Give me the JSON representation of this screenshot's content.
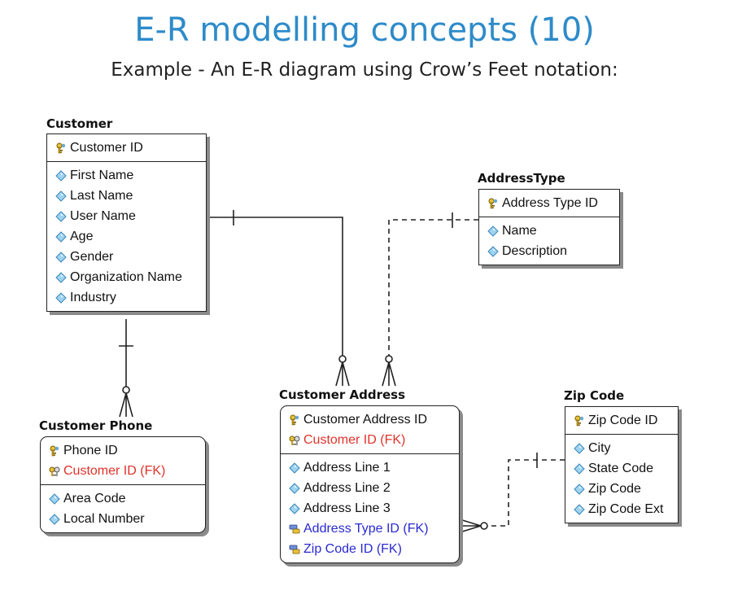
{
  "title": "E-R modelling concepts (10)",
  "subtitle": "Example - An E-R diagram using Crow’s Feet notation:",
  "entities": {
    "customer": {
      "name": "Customer",
      "keys": [
        {
          "label": "Customer ID",
          "icon": "primary-key-icon"
        }
      ],
      "attrs": [
        {
          "label": "First Name",
          "icon": "attribute-diamond-icon"
        },
        {
          "label": "Last Name",
          "icon": "attribute-diamond-icon"
        },
        {
          "label": "User Name",
          "icon": "attribute-diamond-icon"
        },
        {
          "label": "Age",
          "icon": "attribute-diamond-icon"
        },
        {
          "label": "Gender",
          "icon": "attribute-diamond-icon"
        },
        {
          "label": "Organization Name",
          "icon": "attribute-diamond-icon"
        },
        {
          "label": "Industry",
          "icon": "attribute-diamond-icon"
        }
      ]
    },
    "address_type": {
      "name": "AddressType",
      "keys": [
        {
          "label": "Address Type ID",
          "icon": "primary-key-icon"
        }
      ],
      "attrs": [
        {
          "label": "Name",
          "icon": "attribute-diamond-icon"
        },
        {
          "label": "Description",
          "icon": "attribute-diamond-icon"
        }
      ]
    },
    "customer_phone": {
      "name": "Customer Phone",
      "keys": [
        {
          "label": "Phone ID",
          "icon": "primary-key-icon"
        },
        {
          "label": "Customer ID (FK)",
          "icon": "primary-foreign-key-icon"
        }
      ],
      "attrs": [
        {
          "label": "Area Code",
          "icon": "attribute-diamond-icon"
        },
        {
          "label": "Local Number",
          "icon": "attribute-diamond-icon"
        }
      ]
    },
    "customer_address": {
      "name": "Customer Address",
      "keys": [
        {
          "label": "Customer Address ID",
          "icon": "primary-key-icon"
        },
        {
          "label": "Customer ID (FK)",
          "icon": "primary-foreign-key-icon"
        }
      ],
      "attrs": [
        {
          "label": "Address Line 1",
          "icon": "attribute-diamond-icon"
        },
        {
          "label": "Address Line 2",
          "icon": "attribute-diamond-icon"
        },
        {
          "label": "Address Line 3",
          "icon": "attribute-diamond-icon"
        },
        {
          "label": "Address Type ID (FK)",
          "icon": "foreign-key-icon"
        },
        {
          "label": "Zip Code ID (FK)",
          "icon": "foreign-key-icon"
        }
      ]
    },
    "zip_code": {
      "name": "Zip Code",
      "keys": [
        {
          "label": "Zip Code ID",
          "icon": "primary-key-icon"
        }
      ],
      "attrs": [
        {
          "label": "City",
          "icon": "attribute-diamond-icon"
        },
        {
          "label": "State Code",
          "icon": "attribute-diamond-icon"
        },
        {
          "label": "Zip Code",
          "icon": "attribute-diamond-icon"
        },
        {
          "label": "Zip Code Ext",
          "icon": "attribute-diamond-icon"
        }
      ]
    }
  },
  "colors": {
    "title": "#2e8bc9",
    "fk_red": "#e0322a",
    "fk_blue": "#2a2ad0",
    "line": "#222222"
  }
}
